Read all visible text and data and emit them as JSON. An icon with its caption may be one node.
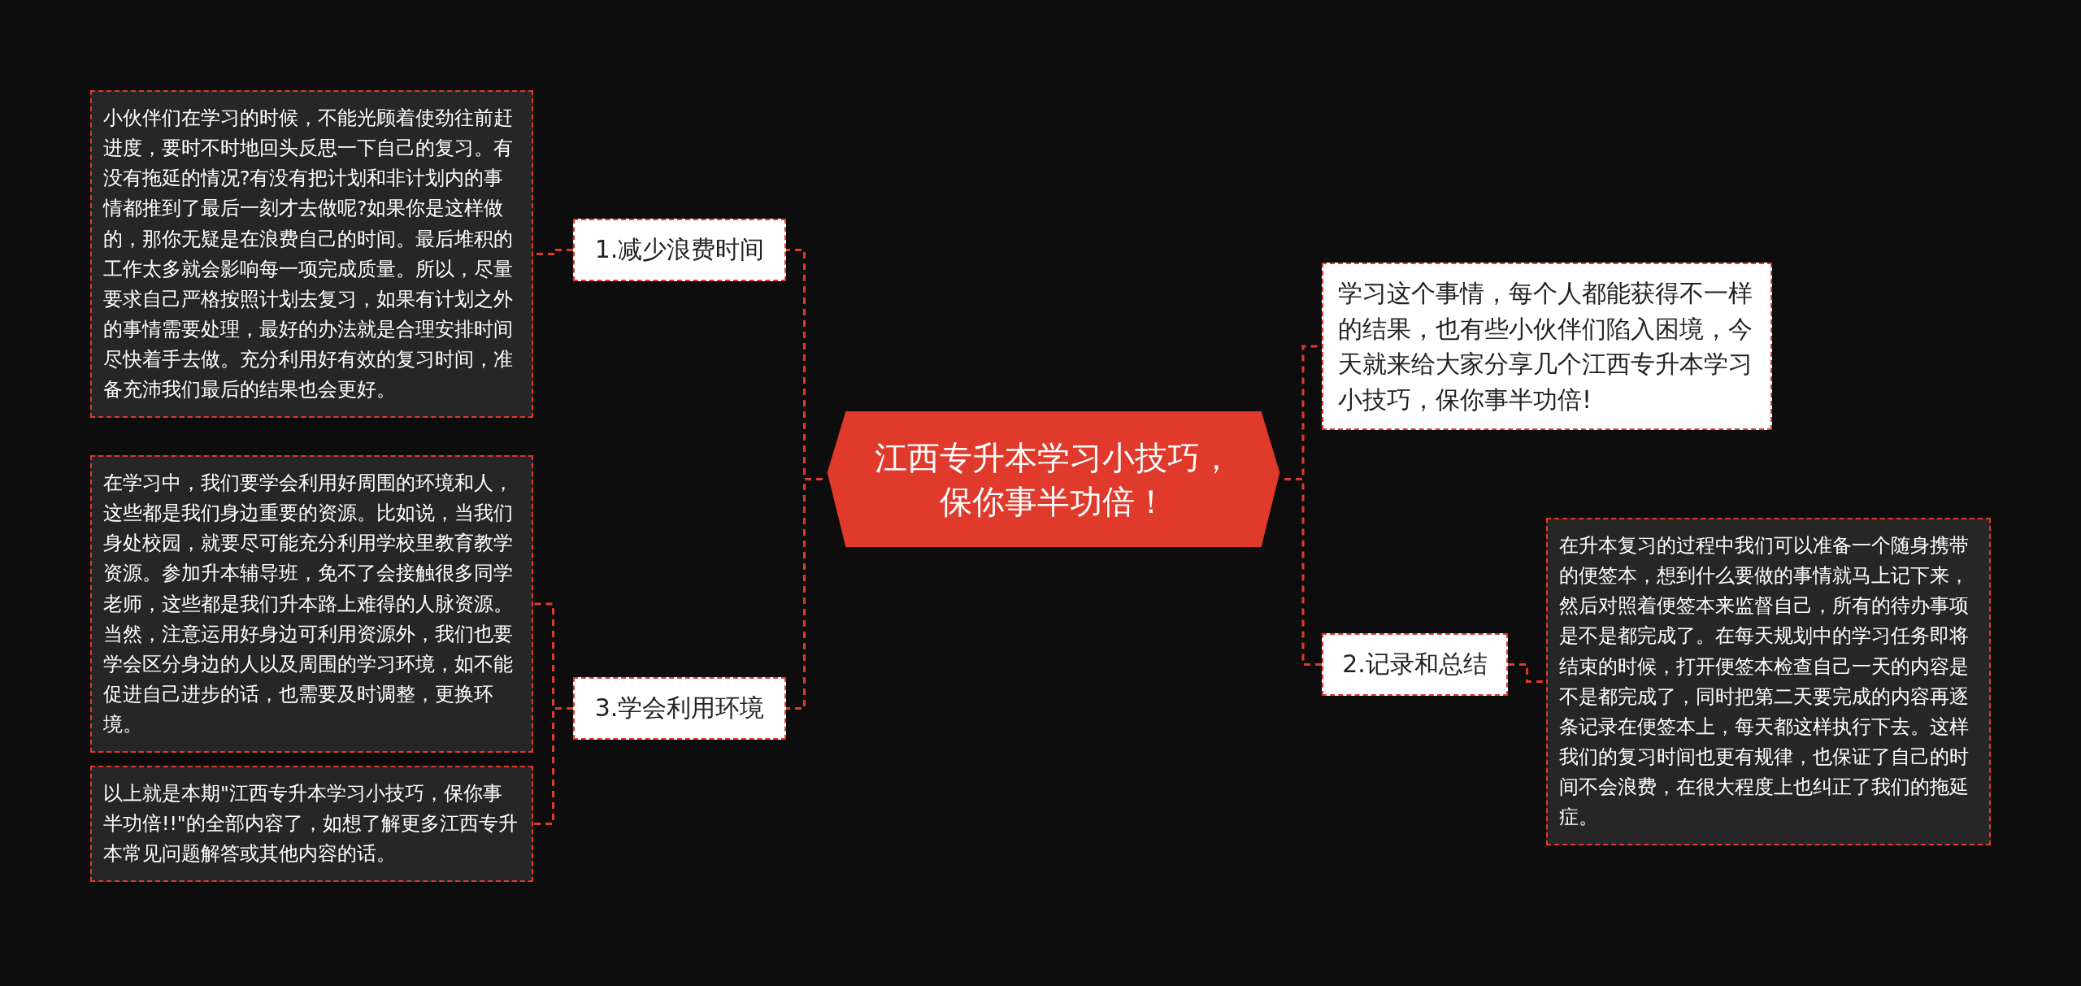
{
  "diagram": {
    "nodes": [
      {
        "text": [
          "江西专升本学习小技巧，保你事半功倍！"
        ]
      },
      {
        "text": [
          "1.减少浪费时间"
        ]
      },
      {
        "text": [
          "小伙伴们在学习的时候，不能光顾着使劲往前赶进度，要时不时地回头反思一下自己的复习。有没有拖延的情况?有没有把计划和非计划内的事情都推到了最后一刻才去做呢?如果你是这样做的，那你无疑是在浪费自己的时间。最后堆积的工作太多就会影响每一项完成质量。所以，尽量要求自己严格按照计划去复习，如果有计划之外的事情需要处理，最好的办法就是合理安排时间尽快着手去做。充分利用好有效的复习时间，准备充沛我们最后的结果也会更好。"
        ]
      },
      {
        "text": [
          "3.学会利用环境"
        ]
      },
      {
        "text": [
          "在学习中，我们要学会利用好周围的环境和人，这些都是我们身边重要的资源。比如说，当我们身处校园，就要尽可能充分利用学校里教育教学资源。参加升本辅导班，免不了会接触很多同学老师，这些都是我们升本路上难得的人脉资源。当然，注意运用好身边可利用资源外，我们也要学会区分身边的人以及周围的学习环境，如不能促进自己进步的话，也需要及时调整，更换环境。"
        ]
      },
      {
        "text": [
          "以上就是本期\"江西专升本学习小技巧，保你事半功倍!!\"的全部内容了，如想了解更多江西专升本常见问题解答或其他内容的话。"
        ]
      },
      {
        "text": [
          "学习这个事情，每个人都能获得不一样的结果，也有些小伙伴们陷入困境，今天就来给大家分享几个江西专升本学习小技巧，保你事半功倍!"
        ]
      },
      {
        "text": [
          "2.记录和总结"
        ]
      },
      {
        "text": [
          "在升本复习的过程中我们可以准备一个随身携带的便签本，想到什么要做的事情就马上记下来，然后对照着便签本来监督自己，所有的待办事项是不是都完成了。在每天规划中的学习任务即将结束的时候，打开便签本检查自己一天的内容是不是都完成了，同时把第二天要完成的内容再逐条记录在便签本上，每天都这样执行下去。这样我们的复习时间也更有规律，也保证了自己的时间不会浪费，在很大程度上也纠正了我们的拖延症。"
        ]
      }
    ],
    "edges": [
      {
        "from": 0,
        "to": 1,
        "arrow": "none"
      },
      {
        "from": 0,
        "to": 3,
        "arrow": "none"
      },
      {
        "from": 0,
        "to": 6,
        "arrow": "none"
      },
      {
        "from": 0,
        "to": 7,
        "arrow": "none"
      },
      {
        "from": 1,
        "to": 2,
        "arrow": "none"
      },
      {
        "from": 3,
        "to": 4,
        "arrow": "none"
      },
      {
        "from": 3,
        "to": 5,
        "arrow": "none"
      },
      {
        "from": 7,
        "to": 8,
        "arrow": "none"
      }
    ]
  }
}
